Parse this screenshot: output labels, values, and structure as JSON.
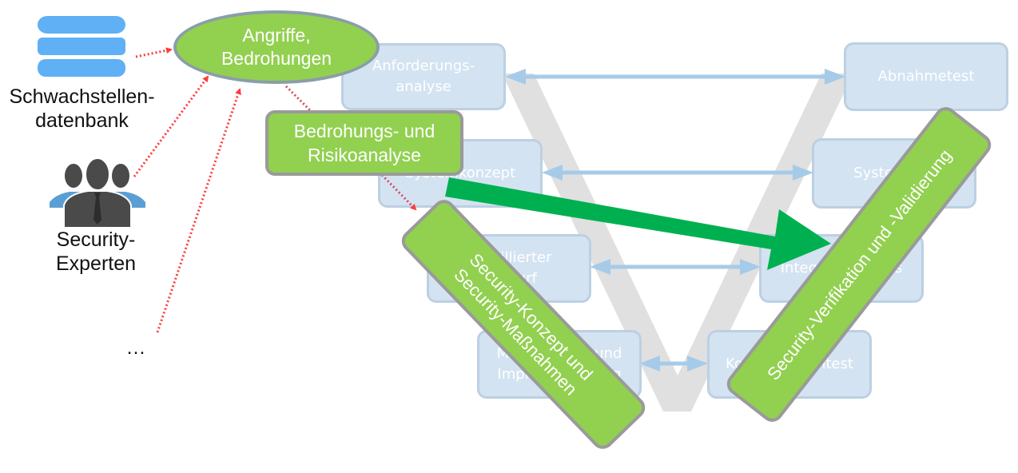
{
  "colors": {
    "accent_green": "#92d050",
    "arrow_green": "#00b050",
    "v_model_box": "#d3e3f2",
    "v_model_arrow": "#a6cbe9",
    "v_shape_gray": "#e0e0e0",
    "dotted_arrow_red": "#ff3b3b",
    "database_blue": "#5fb0f5"
  },
  "sources": [
    {
      "icon": "database-icon",
      "label_line1": "Schwachstellen-",
      "label_line2": "datenbank"
    },
    {
      "icon": "people-group-icon",
      "label_line1": "Security-",
      "label_line2": "Experten"
    },
    {
      "icon": "ellipsis",
      "label_line1": "…"
    }
  ],
  "threats_node": {
    "line1": "Angriffe,",
    "line2": "Bedrohungen"
  },
  "risk_analysis": {
    "line1": "Bedrohungs- und",
    "line2": "Risikoanalyse"
  },
  "v_model": {
    "left": [
      {
        "line1": "Anforderungs-",
        "line2": "analyse"
      },
      {
        "line1": "Systemkonzept",
        "line2": ""
      },
      {
        "line1": "Detaillierter",
        "line2": "Entwurf"
      },
      {
        "line1": "Modellierung und",
        "line2": "Implementierung"
      }
    ],
    "right": [
      {
        "line1": "Abnahmetest",
        "line2": ""
      },
      {
        "line1": "Systemtest",
        "line2": ""
      },
      {
        "line1": "Integrationstests",
        "line2": ""
      },
      {
        "line1": "Komponententest",
        "line2": ""
      }
    ]
  },
  "security_concept": {
    "line1": "Security-Konzept und",
    "line2": "Security-Maßnahmen"
  },
  "security_verification": {
    "line1": "Security-Verifikation und -Validierung"
  }
}
